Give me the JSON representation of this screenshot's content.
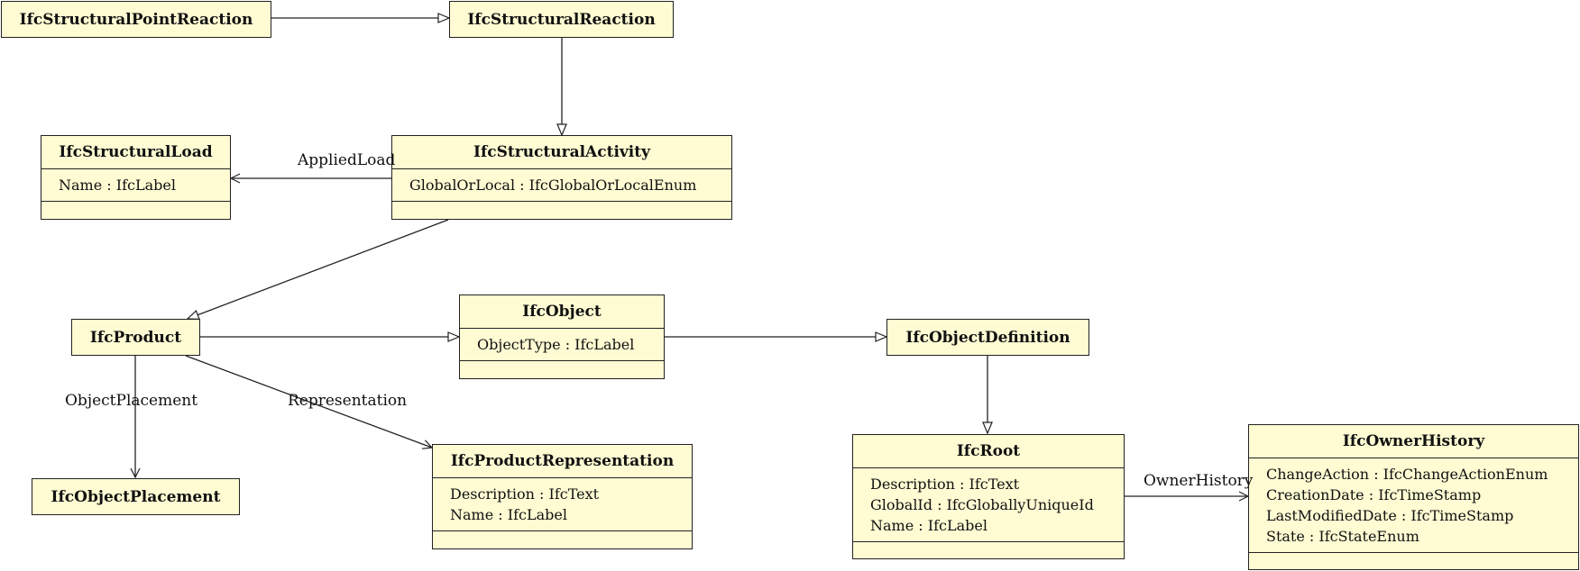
{
  "classes": {
    "structural_point_reaction": {
      "name": "IfcStructuralPointReaction"
    },
    "structural_reaction": {
      "name": "IfcStructuralReaction"
    },
    "structural_load": {
      "name": "IfcStructuralLoad",
      "attributes": [
        "Name : IfcLabel"
      ]
    },
    "structural_activity": {
      "name": "IfcStructuralActivity",
      "attributes": [
        "GlobalOrLocal : IfcGlobalOrLocalEnum"
      ]
    },
    "product": {
      "name": "IfcProduct"
    },
    "object": {
      "name": "IfcObject",
      "attributes": [
        "ObjectType : IfcLabel"
      ]
    },
    "object_definition": {
      "name": "IfcObjectDefinition"
    },
    "object_placement": {
      "name": "IfcObjectPlacement"
    },
    "product_representation": {
      "name": "IfcProductRepresentation",
      "attributes": [
        "Description : IfcText",
        "Name : IfcLabel"
      ]
    },
    "root": {
      "name": "IfcRoot",
      "attributes": [
        "Description : IfcText",
        "GlobalId : IfcGloballyUniqueId",
        "Name : IfcLabel"
      ]
    },
    "owner_history": {
      "name": "IfcOwnerHistory",
      "attributes": [
        "ChangeAction : IfcChangeActionEnum",
        "CreationDate : IfcTimeStamp",
        "LastModifiedDate : IfcTimeStamp",
        "State : IfcStateEnum"
      ]
    }
  },
  "associations": {
    "applied_load": "AppliedLoad",
    "object_placement": "ObjectPlacement",
    "representation": "Representation",
    "owner_history": "OwnerHistory"
  },
  "colors": {
    "class_fill": "#fffbd3",
    "line": "#222222"
  }
}
